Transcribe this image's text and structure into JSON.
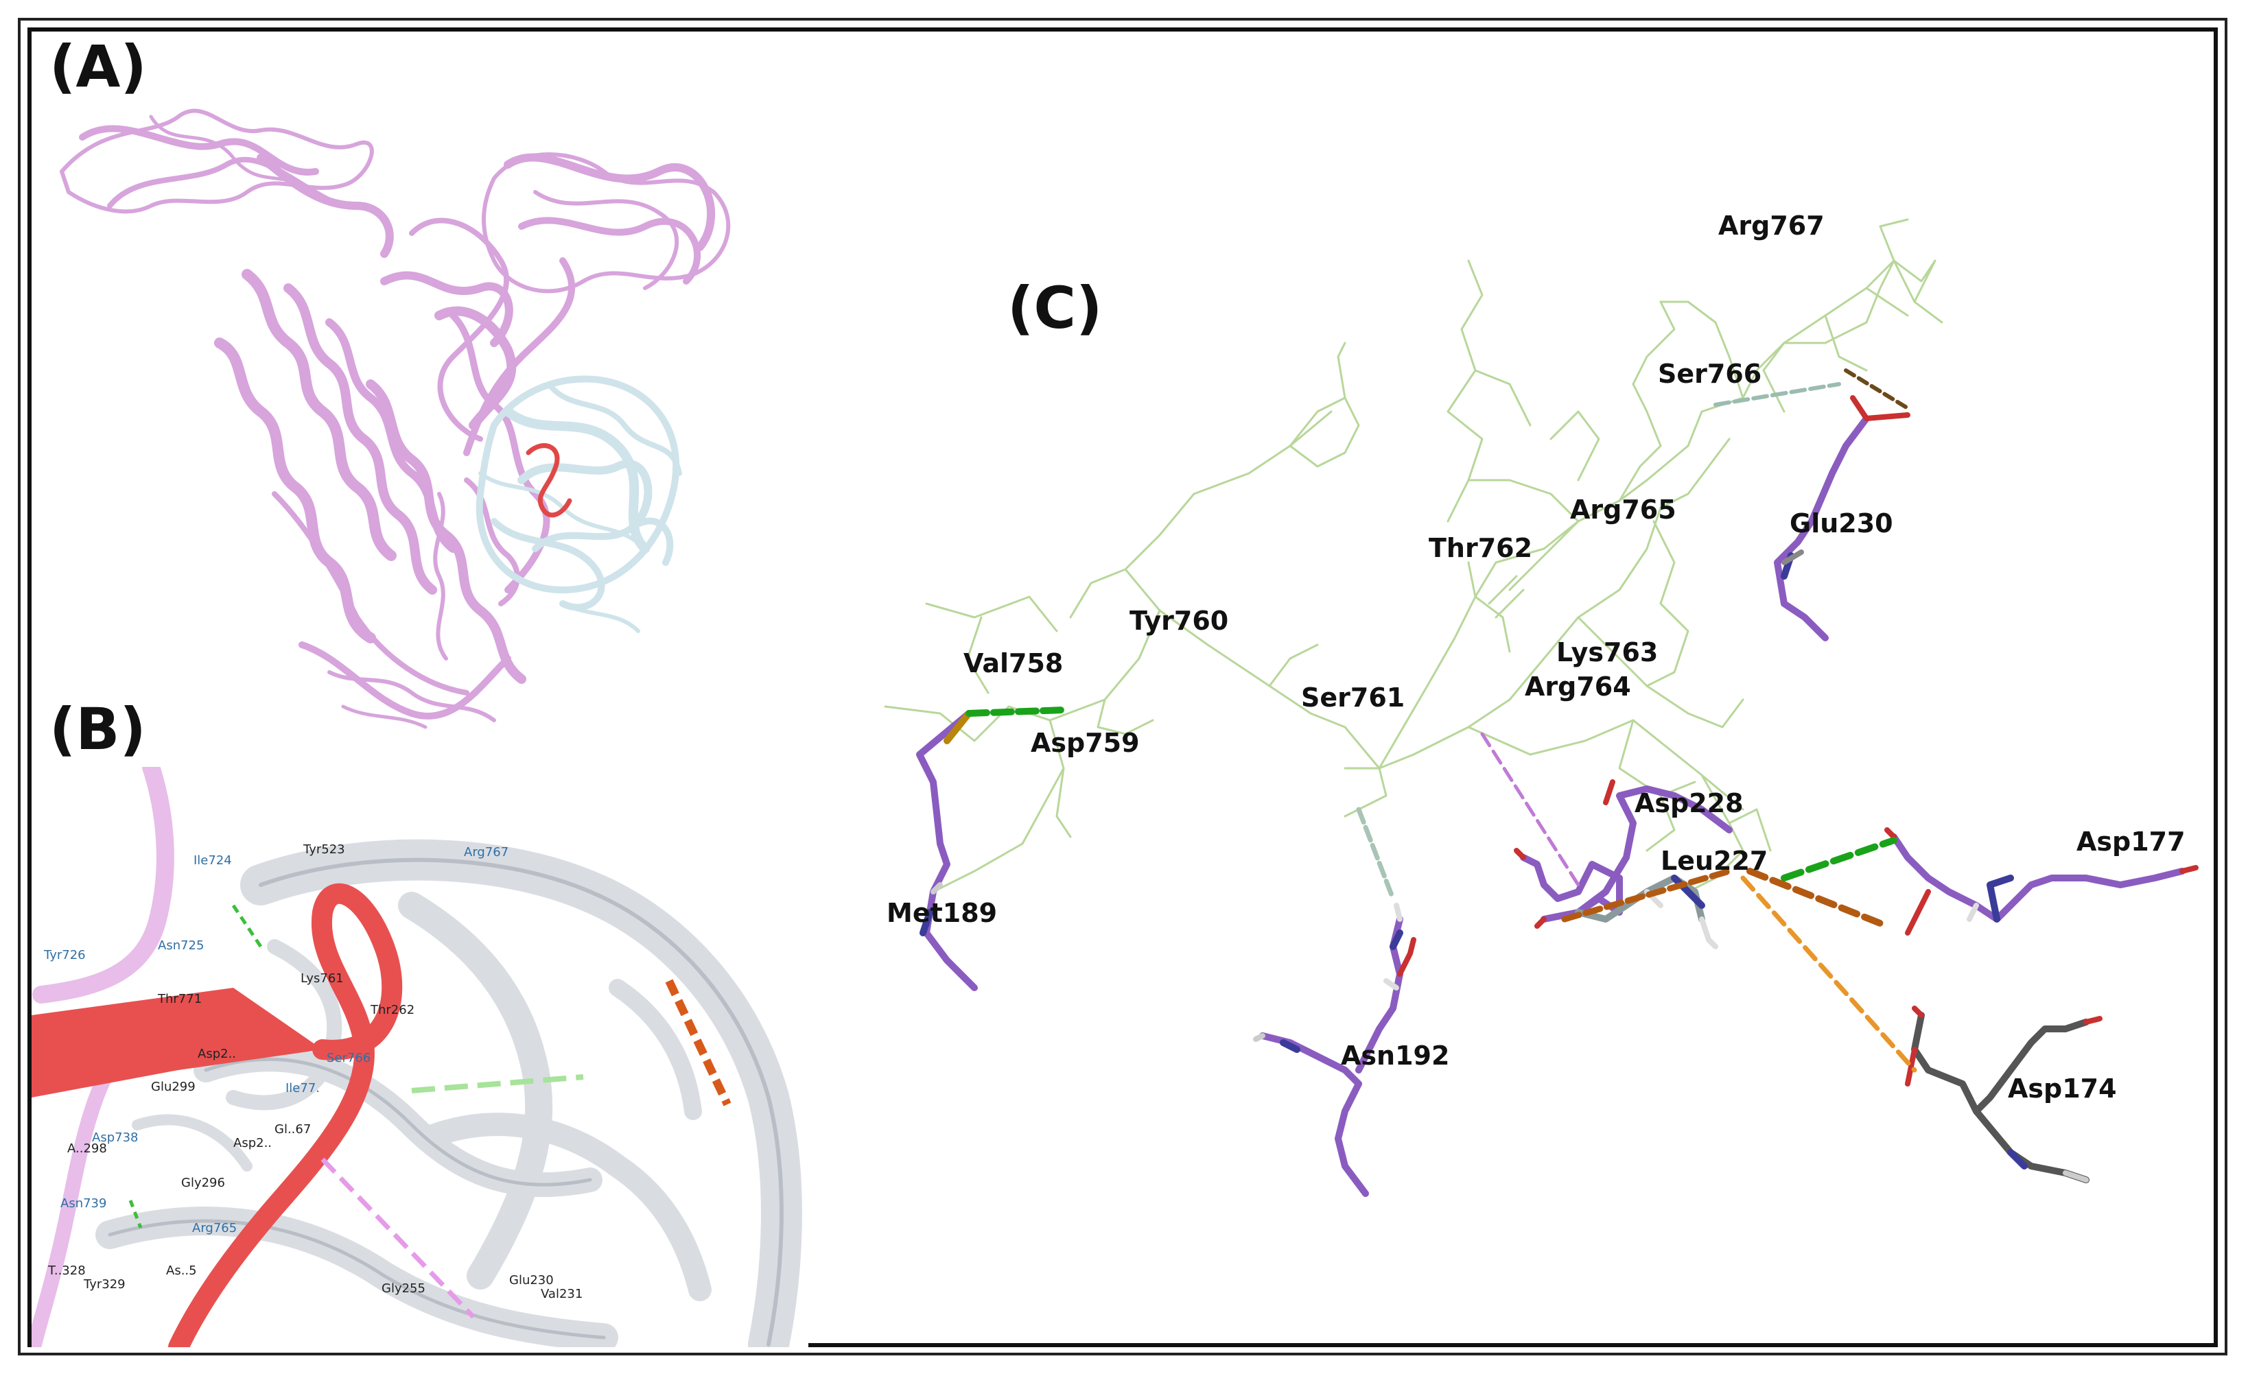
{
  "panels": {
    "a": {
      "label": "(A)"
    },
    "b": {
      "label": "(B)"
    },
    "c": {
      "label": "(C)"
    }
  },
  "panel_c_residues": [
    "Arg767",
    "Ser766",
    "Glu230",
    "Arg765",
    "Thr762",
    "Tyr760",
    "Lys763",
    "Val758",
    "Arg764",
    "Ser761",
    "Asp759",
    "Asp228",
    "Leu227",
    "Asp177",
    "Met189",
    "Asn192",
    "Asp174"
  ],
  "panel_b_residues": [
    "Ile724",
    "Tyr523",
    "Arg767",
    "Tyr726",
    "Asn725",
    "Lys761",
    "Thr771",
    "Thr262",
    "Asp2..",
    "Ser766",
    "Glu299",
    "Ile77.",
    "Gl..67",
    "Asp738",
    "A..298",
    "Asp2..",
    "Gly296",
    "Asn739",
    "Arg765",
    "T..328",
    "Tyr329",
    "As..5",
    "Gly255",
    "Glu230",
    "Val231"
  ],
  "colors": {
    "pink_chain": "#d7a4dc",
    "light_blue_chain": "#cfe3ea",
    "red_loop": "#e04848",
    "ligand_line": "#b8d79a",
    "purple_stick": "#8a5cc0",
    "gray_stick": "#555555",
    "green_hbond": "#1aa31a",
    "orange_contact": "#e8962a",
    "brown_contact": "#b35a12",
    "violet_contact": "#c07ad6"
  }
}
